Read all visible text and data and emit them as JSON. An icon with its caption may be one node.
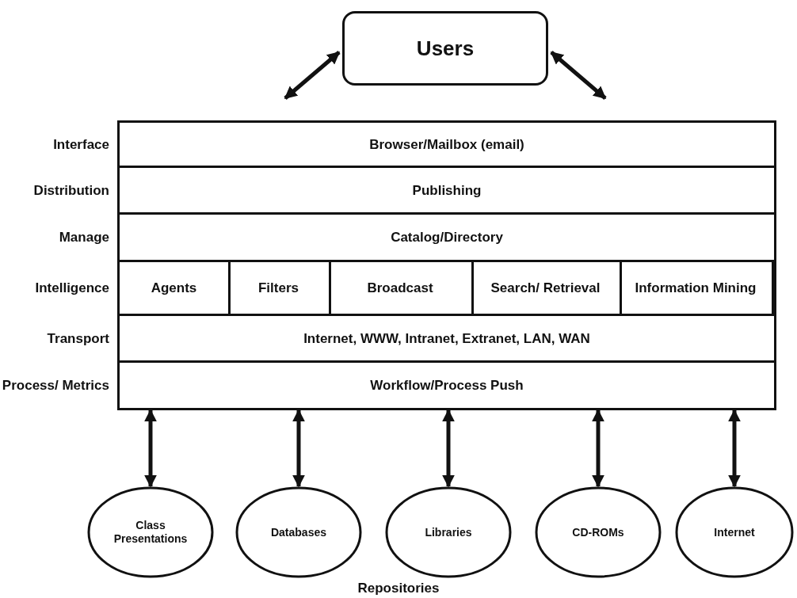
{
  "diagram": {
    "nodes": [
      {
        "text": [
          "Users"
        ]
      },
      {
        "text": [
          "Browser/Mailbox (email)"
        ],
        "beside": [
          "Interface"
        ]
      },
      {
        "text": [
          "Publishing"
        ],
        "beside": [
          "Distribution"
        ]
      },
      {
        "text": [
          "Catalog/Directory"
        ],
        "beside": [
          "Manage"
        ]
      },
      {
        "text": [],
        "shape": "box",
        "beside": [
          "Intelligence"
        ]
      },
      {
        "text": [
          "Agents"
        ],
        "in": 4
      },
      {
        "text": [
          "Filters"
        ],
        "in": 4
      },
      {
        "text": [
          "Broadcast"
        ],
        "in": 4
      },
      {
        "text": [
          "Search/ Retrieval"
        ],
        "in": 4
      },
      {
        "text": [
          "Information Mining"
        ],
        "in": 4
      },
      {
        "text": [
          "Internet, WWW, Intranet, Extranet, LAN, WAN"
        ],
        "beside": [
          "Transport"
        ]
      },
      {
        "text": [
          "Workflow/Process Push"
        ],
        "beside": [
          "Process/ Metrics"
        ]
      },
      {
        "text": [
          "Class Presentations"
        ]
      },
      {
        "text": [
          "Databases"
        ]
      },
      {
        "text": [
          "Libraries"
        ]
      },
      {
        "text": [
          "CD-ROMs"
        ]
      },
      {
        "text": [
          "Internet"
        ]
      }
    ],
    "edges": [
      {
        "from": 0,
        "to": 1,
        "arrow": "both"
      },
      {
        "from": 0,
        "to": 1,
        "arrow": "both"
      },
      {
        "from": 11,
        "to": 12,
        "arrow": "both"
      },
      {
        "from": 11,
        "to": 13,
        "arrow": "both"
      },
      {
        "from": 11,
        "to": 14,
        "arrow": "both"
      },
      {
        "from": 11,
        "to": 15,
        "arrow": "both"
      },
      {
        "from": 11,
        "to": 16,
        "arrow": "both"
      }
    ],
    "labels": [
      "Repositories"
    ]
  }
}
